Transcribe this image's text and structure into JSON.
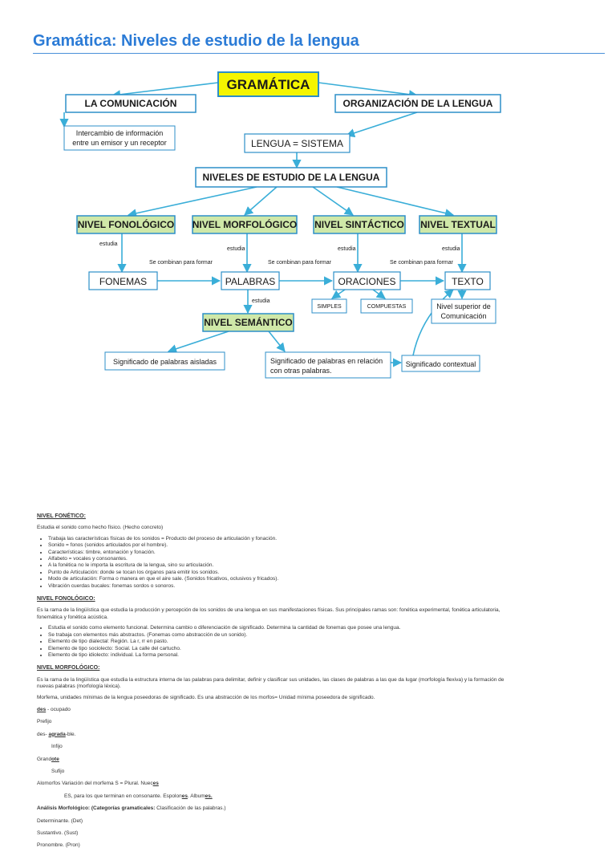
{
  "page": {
    "title": "Gramática: Niveles de estudio de la lengua",
    "accent_color": "#2b7bd6"
  },
  "diagram": {
    "top": "GRAMÁTICA",
    "comunicacion": "LA COMUNICACIÓN",
    "organizacion": "ORGANIZACIÓN DE LA LENGUA",
    "intercambio_1": "Intercambio de información",
    "intercambio_2": "entre un emisor y un receptor",
    "lengua": "LENGUA = SISTEMA",
    "niveles": "NIVELES DE ESTUDIO DE LA LENGUA",
    "fonologico": "NIVEL FONOLÓGICO",
    "morfologico": "NIVEL MORFOLÓGICO",
    "sintactico": "NIVEL SINTÁCTICO",
    "textual": "NIVEL TEXTUAL",
    "estudia": "estudia",
    "combinan": "Se combinan para formar",
    "fonemas": "FONEMAS",
    "palabras": "PALABRAS",
    "oraciones": "ORACIONES",
    "texto": "TEXTO",
    "simples": "SIMPLES",
    "compuestas": "COMPUESTAS",
    "superior_1": "Nivel superior de",
    "superior_2": "Comunicación",
    "semantico": "NIVEL SEMÁNTICO",
    "sig_aisladas": "Significado de palabras aisladas",
    "sig_relacion_1": "Significado de palabras en relación",
    "sig_relacion_2": "con otras palabras.",
    "sig_contextual": "Significado contextual",
    "colors": {
      "yellow": "#f5f500",
      "green": "#cfe8a8",
      "arrow": "#3aaed8"
    }
  },
  "doc": {
    "fonetico": {
      "heading": "NIVEL FONÉTICO:",
      "intro": "Estudia el sonido como hecho físico. (Hecho concreto)",
      "items": [
        "Trabaja las características físicas de los sonidos = Producto del proceso de articulación y fonación.",
        "Sonido = fonos (sonidos articulados por el hombre).",
        "Características: timbre, entonación y fonación.",
        "Alfabeto = vocales y consonantes.",
        "A la fonética no le importa la escritura de la lengua, sino su articulación.",
        "Punto de Articulación: donde se tocan los órganos para emitir los sonidos.",
        "Modo de articulación: Forma o manera en que el aire sale. (Sonidos fricativos, oclusivos y fricados).",
        "Vibración cuerdas bucales: fonemas sordos o sonoros."
      ]
    },
    "fonologico": {
      "heading": "NIVEL FONOLÓGICO:",
      "intro_1": "Es la rama de la lingüística que estudia la producción y percepción de los sonidos de una lengua en sus manifestaciones físicas. Sus principales ramas son: fonética experimental, fonética articulatoria,",
      "intro_2": "fonemática y fonética acústica.",
      "items": [
        "Estudia el sonido como elemento funcional. Determina cambio o diferenciación de significado. Determina la cantidad de fonemas que posee una lengua.",
        "Se trabaja con elementos más abstractos. (Fonemas como abstracción de un sonido).",
        "Elemento de tipo dialectal: Región. La r, rr en pasto.",
        "Elemento de tipo sociolecto: Social. La calle del cartucho.",
        "Elemento de tipo idiolecto: individual. La forma personal."
      ]
    },
    "morfologico": {
      "heading": "NIVEL MORFOLÓGICO:",
      "intro_1": "Es la rama de la lingüística que estudia la estructura interna de las palabras para delimitar, definir y clasificar sus unidades, las clases de palabras a las que da lugar (morfología flexiva) y la formación de",
      "intro_2": "nuevas palabras (morfología léxica).",
      "morfema": "Morfema, unidades mínimas de la lengua poseedoras de significado. Es una abstracción de los morfos= Unidad mínima poseedora de significado.",
      "des_u": "des",
      "des_rest": " - ocupado",
      "prefijo": "Prefijo",
      "des2": "des- ",
      "agrada_u": "agrada",
      "ble": "-ble.",
      "infijo": "Infijo",
      "grand": "Grand",
      "ote_u": "ote",
      "sufijo": "Sufijo",
      "alomorfos": "Alomorfos Variación  del morfema S = Plural.   Nuec",
      "es_u": "es",
      "es_line": "ES, para los que terminan en consonante.    Espolon",
      "es2_u": "es",
      "album": ".  Album",
      "es3_u": "es.",
      "analisis_b": "Análisis Morfológico: (Categorías gramaticales:",
      "analisis_rest": " Clasificación de las palabras.)",
      "det": "Determinante. (Det)",
      "sust": "Sustantivo. (Sust)",
      "pron": "Pronombre. (Pron)"
    }
  }
}
